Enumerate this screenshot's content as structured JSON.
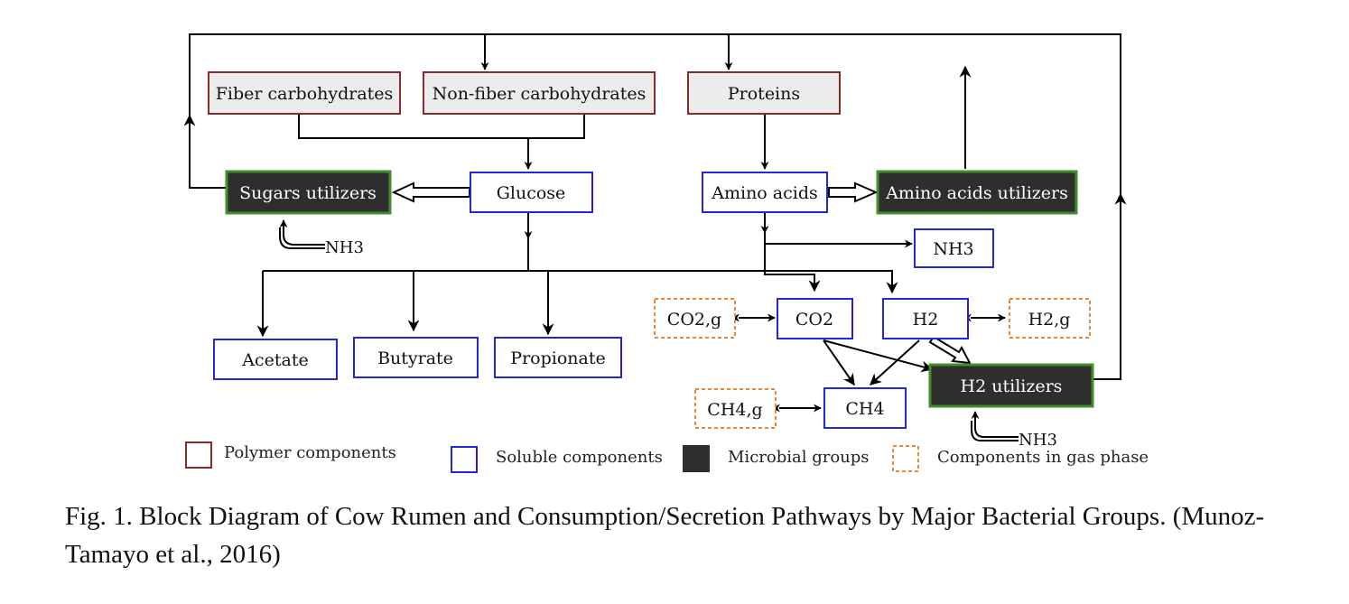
{
  "nodes": {
    "fiber": "Fiber carbohydrates",
    "nonfiber": "Non-fiber carbohydrates",
    "proteins": "Proteins",
    "sugars_utilizers": "Sugars utilizers",
    "glucose": "Glucose",
    "amino_acids": "Amino acids",
    "aa_utilizers": "Amino acids utilizers",
    "nh3": "NH3",
    "co2_g": "CO2,g",
    "co2": "CO2",
    "h2": "H2",
    "h2_g": "H2,g",
    "acetate": "Acetate",
    "butyrate": "Butyrate",
    "propionate": "Propionate",
    "h2_utilizers": "H2 utilizers",
    "ch4_g": "CH4,g",
    "ch4": "CH4"
  },
  "labels": {
    "nh3_sugars": "NH3",
    "nh3_h2": "NH3"
  },
  "legend": {
    "polymer": "Polymer components",
    "soluble": "Soluble components",
    "microbial": "Microbial groups",
    "gas": "Components in gas phase"
  },
  "colors": {
    "polymer_border": "#8b2b25",
    "polymer_fill": "#ececec",
    "soluble_border": "#2626d9",
    "microbial_fill": "#2e2e2e",
    "microbial_border": "#3f8f2a",
    "gas_border": "#e8873a"
  },
  "caption": "Fig. 1. Block Diagram of Cow Rumen and Consumption/Secretion Pathways by Major Bacterial Groups. (Munoz-Tamayo et al., 2016)"
}
